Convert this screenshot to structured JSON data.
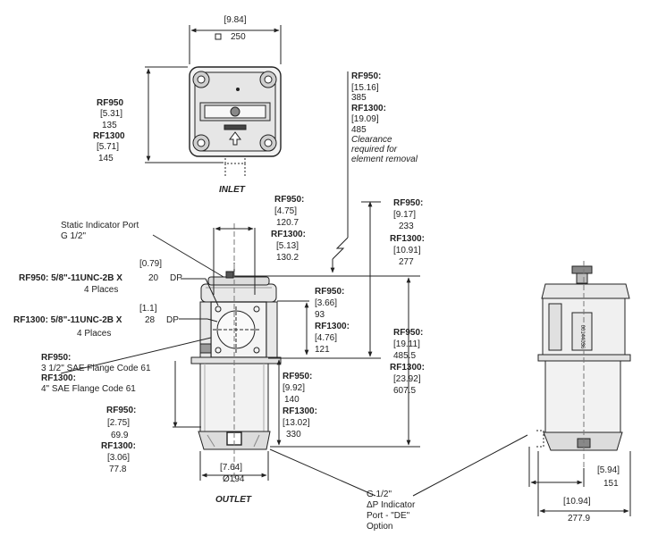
{
  "top_view": {
    "width_in": "9.84",
    "width_mm": "250",
    "height_rf950": "RF950",
    "height_rf950_in": "5.31",
    "height_rf950_mm": "135",
    "height_rf1300": "RF1300",
    "height_rf1300_in": "5.71",
    "height_rf1300_mm": "145",
    "label": "INLET"
  },
  "clearance": {
    "rf950": "RF950:",
    "rf950_in": "15.16",
    "rf950_mm": "385",
    "rf1300": "RF1300:",
    "rf1300_in": "19.09",
    "rf1300_mm": "485",
    "note1": "Clearance",
    "note2": "required for",
    "note3": "element removal"
  },
  "head_width": {
    "rf950": "RF950:",
    "rf950_in": "4.75",
    "rf950_mm": "120.7",
    "rf1300": "RF1300:",
    "rf1300_in": "5.13",
    "rf1300_mm": "130.2"
  },
  "static_port": {
    "line1": "Static Indicator Port",
    "line2": "G 1/2\""
  },
  "thread_rf950": {
    "label": "RF950: 5/8\"-11UNC-2B X",
    "places": "4 Places",
    "in": "0.79",
    "mm": "20",
    "dp": "DP"
  },
  "thread_rf1300": {
    "label": "RF1300: 5/8\"-11UNC-2B X",
    "places": "4 Places",
    "in": "1.1",
    "mm": "28",
    "dp": "DP"
  },
  "flange": {
    "rf950": "RF950:",
    "rf950_spec": "3 1/2\" SAE Flange Code 61",
    "rf1300": "RF1300:",
    "rf1300_spec": "4\" SAE Flange Code 61"
  },
  "outlet_offset": {
    "rf950": "RF950:",
    "rf950_in": "2.75",
    "rf950_mm": "69.9",
    "rf1300": "RF1300:",
    "rf1300_in": "3.06",
    "rf1300_mm": "77.8"
  },
  "flange_height": {
    "rf950": "RF950:",
    "rf950_in": "3.66",
    "rf950_mm": "93",
    "rf1300": "RF1300:",
    "rf1300_in": "4.76",
    "rf1300_mm": "121"
  },
  "bowl_height": {
    "rf950": "RF950:",
    "rf950_in": "9.92",
    "rf950_mm": "140",
    "rf1300": "RF1300:",
    "rf1300_in": "13.02",
    "rf1300_mm": "330"
  },
  "top_height": {
    "rf950": "RF950:",
    "rf950_in": "9.17",
    "rf950_mm": "233",
    "rf1300": "RF1300:",
    "rf1300_in": "10.91",
    "rf1300_mm": "277"
  },
  "overall_height": {
    "rf950": "RF950:",
    "rf950_in": "19.11",
    "rf950_mm": "485.5",
    "rf1300": "RF1300:",
    "rf1300_in": "23.92",
    "rf1300_mm": "607.5"
  },
  "bowl_dia": {
    "in": "7.64",
    "mm": "Ø194"
  },
  "outlet_label": "OUTLET",
  "dp_port": {
    "line1": "G 1/2\"",
    "line2": "ΔP Indicator",
    "line3": "Port - \"DE\"",
    "line4": "Option"
  },
  "side_depth": {
    "in": "5.94",
    "mm": "151"
  },
  "side_width": {
    "in": "10.94",
    "mm": "277.9"
  },
  "part_marking": "00144036"
}
